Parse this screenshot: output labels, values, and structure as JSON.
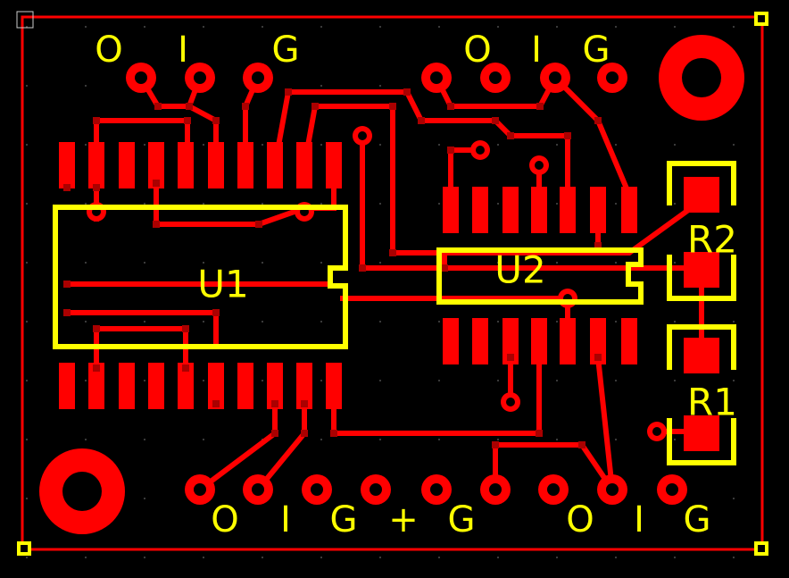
{
  "colors": {
    "background": "#000000",
    "copper": "#ff0000",
    "silkscreen": "#ffff00",
    "pad_hole": "#000000",
    "grid_dot": "#4d4d4d"
  },
  "pin_labels": {
    "top_left": [
      "O",
      "I",
      "G"
    ],
    "top_right": [
      "O",
      "I",
      "G"
    ],
    "bottom_left": [
      "O",
      "I",
      "G",
      "+",
      "G"
    ],
    "bottom_right": [
      "O",
      "I",
      "G"
    ]
  },
  "components": {
    "u1": {
      "label": "U1"
    },
    "u2": {
      "label": "U2"
    },
    "r1": {
      "label": "R1"
    },
    "r2": {
      "label": "R2"
    }
  }
}
